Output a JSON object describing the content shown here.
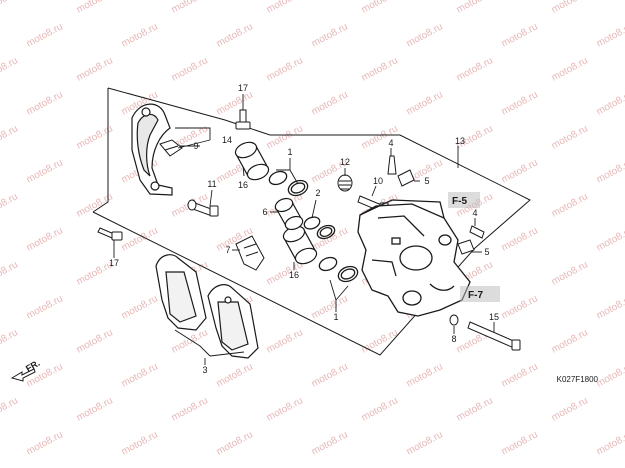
{
  "watermark": "moto8.ru",
  "diagram_code": "K027F1800",
  "direction_label": "FR.",
  "callouts": {
    "c1a": "1",
    "c1b": "1",
    "c2": "2",
    "c3": "3",
    "c4a": "4",
    "c4b": "4",
    "c5a": "5",
    "c5b": "5",
    "c6": "6",
    "c7": "7",
    "c8": "8",
    "c9": "9",
    "c10": "10",
    "c11": "11",
    "c12": "12",
    "c13": "13",
    "c14": "14",
    "c15": "15",
    "c16a": "16",
    "c16b": "16",
    "c17a": "17",
    "c17b": "17"
  },
  "refs": {
    "f5": "F-5",
    "f7": "F-7"
  },
  "colors": {
    "line": "#1a1a1a",
    "shade": "#b9b9b9",
    "watermark": "#e7b7b7"
  }
}
